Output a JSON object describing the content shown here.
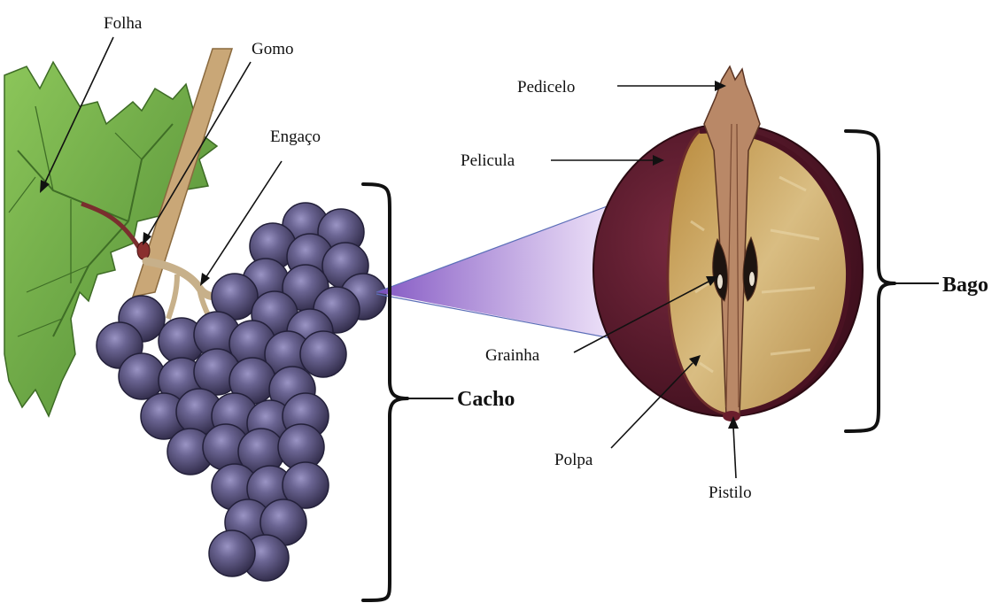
{
  "labels": {
    "folha": "Folha",
    "gomo": "Gomo",
    "engaco": "Engaço",
    "cacho": "Cacho",
    "pedicelo": "Pedicelo",
    "pelicula": "Pelicula",
    "grainha": "Grainha",
    "polpa": "Polpa",
    "pistilo": "Pistilo",
    "bago": "Bago"
  },
  "colors": {
    "leaf": "#6da345",
    "leaf_light": "#9ccc6a",
    "vine": "#b08d5e",
    "grape": "#4b4468",
    "grape_highlight": "#7d7aa8",
    "berry_skin": "#5a1b2c",
    "pulp": "#c9a15a",
    "zoom_cone": "#8a5fc7"
  }
}
